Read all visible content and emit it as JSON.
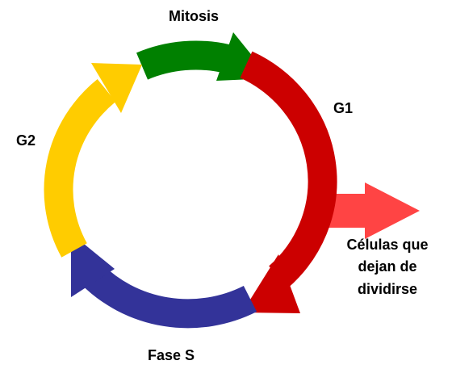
{
  "phases": [
    {
      "key": "mitosis",
      "label": "Mitosis",
      "color": "#008000"
    },
    {
      "key": "g1",
      "label": "G1",
      "color": "#cc0000"
    },
    {
      "key": "fase_s",
      "label": "Fase S",
      "color": "#333399"
    },
    {
      "key": "g2",
      "label": "G2",
      "color": "#ffcc00"
    }
  ],
  "exit": {
    "lines": [
      "Células que",
      "dejan de",
      "dividirse"
    ],
    "color": "#ff4444"
  }
}
